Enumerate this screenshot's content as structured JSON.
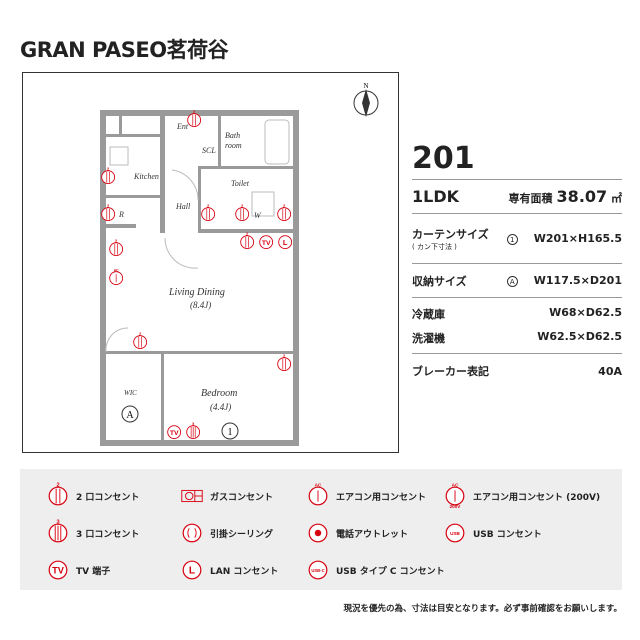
{
  "title": "GRAN PASEO茗荷谷",
  "plan": {
    "compass": "N",
    "rooms": {
      "entrance": "Ent",
      "bath": "Bath",
      "bath2": "room",
      "scl": "SCL",
      "kitchen": "Kitchen",
      "toilet": "Toilet",
      "hall": "Hall",
      "living": "Living Dining",
      "living_size": "(8.4J)",
      "wic": "WIC",
      "bedroom": "Bedroom",
      "bedroom_size": "(4.4J)",
      "refrigerator": "R",
      "washer": "W"
    },
    "markers": {
      "curtain": "1",
      "storage": "A"
    }
  },
  "info": {
    "room_number": "201",
    "layout": "1LDK",
    "area_label": "専有面積",
    "area_value": "38.07",
    "area_unit": "㎡",
    "curtain_label": "カーテンサイズ",
    "curtain_sub": "( カン下寸法 )",
    "curtain_mark": "1",
    "curtain_value": "W201×H165.5",
    "storage_label": "収納サイズ",
    "storage_mark": "A",
    "storage_value": "W117.5×D201",
    "fridge_label": "冷蔵庫",
    "fridge_value": "W68×D62.5",
    "washer_label": "洗濯機",
    "washer_value": "W62.5×D62.5",
    "breaker_label": "ブレーカー表記",
    "breaker_value": "40A"
  },
  "legend": [
    {
      "icon": "outlet-2",
      "label": "2 口コンセント"
    },
    {
      "icon": "gas-outlet",
      "label": "ガスコンセント"
    },
    {
      "icon": "ac-outlet",
      "label": "エアコン用コンセント"
    },
    {
      "icon": "ac-outlet-200v",
      "label": "エアコン用コンセント (200V)"
    },
    {
      "icon": "outlet-3",
      "label": "3 口コンセント"
    },
    {
      "icon": "ceiling-hook",
      "label": "引掛シーリング"
    },
    {
      "icon": "phone-outlet",
      "label": "電話アウトレット"
    },
    {
      "icon": "usb-outlet",
      "label": "USB コンセント"
    },
    {
      "icon": "tv-terminal",
      "label": "TV 端子"
    },
    {
      "icon": "lan-outlet",
      "label": "LAN コンセント"
    },
    {
      "icon": "usb-c-outlet",
      "label": "USB タイプ C コンセント"
    }
  ],
  "note": "現況を優先の為、寸法は目安となります。必ず事前確認をお願いします。",
  "colors": {
    "accent": "#d7000f",
    "wall": "#9a9a9a",
    "legend_bg": "#eeeeee"
  }
}
